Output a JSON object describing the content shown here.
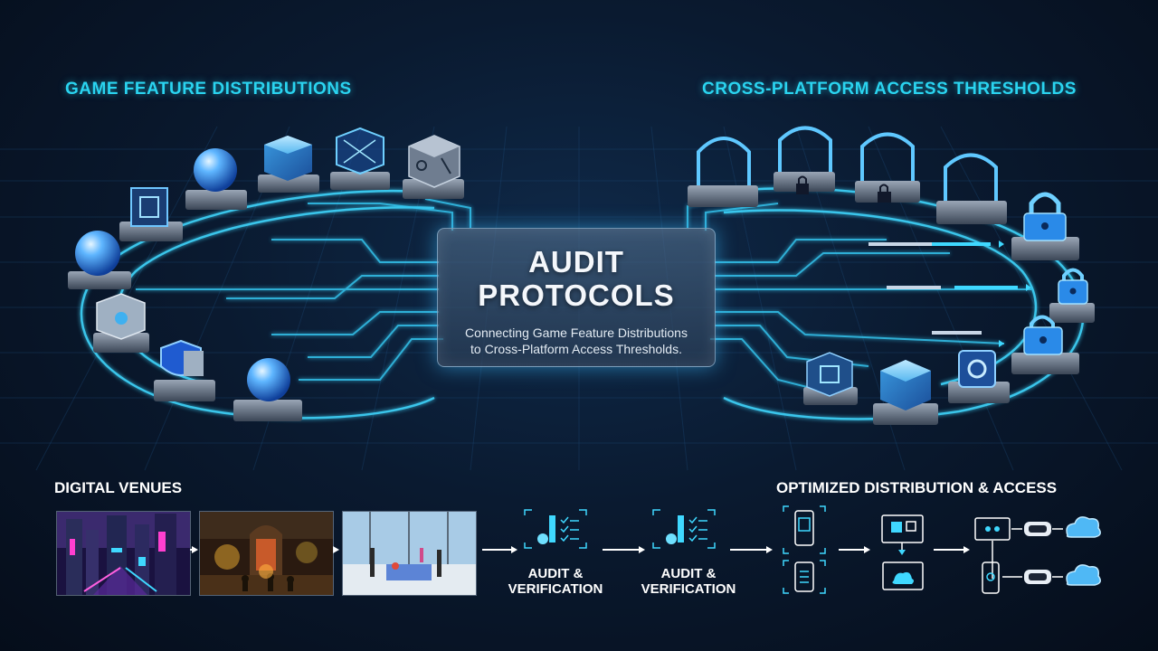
{
  "titles": {
    "left": "GAME FEATURE DISTRIBUTIONS",
    "right": "CROSS-PLATFORM ACCESS THRESHOLDS",
    "venues": "DIGITAL VENUES",
    "optimized": "OPTIMIZED DISTRIBUTION & ACCESS"
  },
  "center": {
    "title_line1": "AUDIT",
    "title_line2": "PROTOCOLS",
    "subtitle_line1": "Connecting Game Feature Distributions",
    "subtitle_line2": "to Cross-Platform Access Thresholds."
  },
  "flow": {
    "audit_1": "AUDIT &",
    "audit_1b": "VERIFICATION",
    "audit_2": "AUDIT &",
    "audit_2b": "VERIFICATION"
  },
  "colors": {
    "accent": "#2ad4f0",
    "glow": "#3fd8ff",
    "background": "#0a1a30"
  },
  "icons": {
    "left_nodes": [
      "sphere-icon",
      "framed-cube-icon",
      "glass-cube-icon",
      "wireframe-cube-icon",
      "rune-cube-icon",
      "sphere-icon",
      "chip-cube-icon",
      "shield-icon",
      "sphere-icon"
    ],
    "right_nodes": [
      "gate-icon",
      "locked-gate-icon",
      "locked-gate-icon",
      "gate-icon",
      "padlock-icon",
      "padlock-icon",
      "padlock-icon",
      "chip-cube-icon",
      "cube-icon",
      "headset-icon"
    ]
  }
}
